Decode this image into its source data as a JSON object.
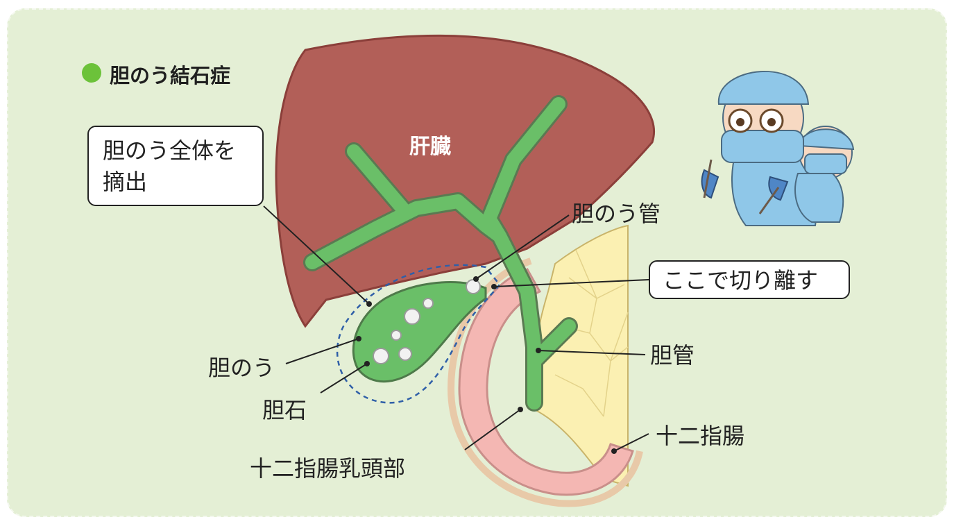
{
  "title": "胆のう結石症",
  "labels": {
    "liver": "肝臓",
    "cystic_duct": "胆のう管",
    "cut_here": "ここで切り離す",
    "remove_line1": "胆のう全体を",
    "remove_line2": "摘出",
    "gallbladder": "胆のう",
    "gallstone": "胆石",
    "bile_duct": "胆管",
    "duodenum": "十二指腸",
    "papilla": "十二指腸乳頭部"
  },
  "colors": {
    "background": "#e4efd5",
    "liver": "#b25f58",
    "bile_green": "#6abf68",
    "duodenum": "#f4b7b3",
    "pancreas": "#fbf0b2",
    "dash": "#2f5fa8",
    "title_dot": "#6cc23a"
  },
  "icons": [
    "surgeon-illustration"
  ]
}
